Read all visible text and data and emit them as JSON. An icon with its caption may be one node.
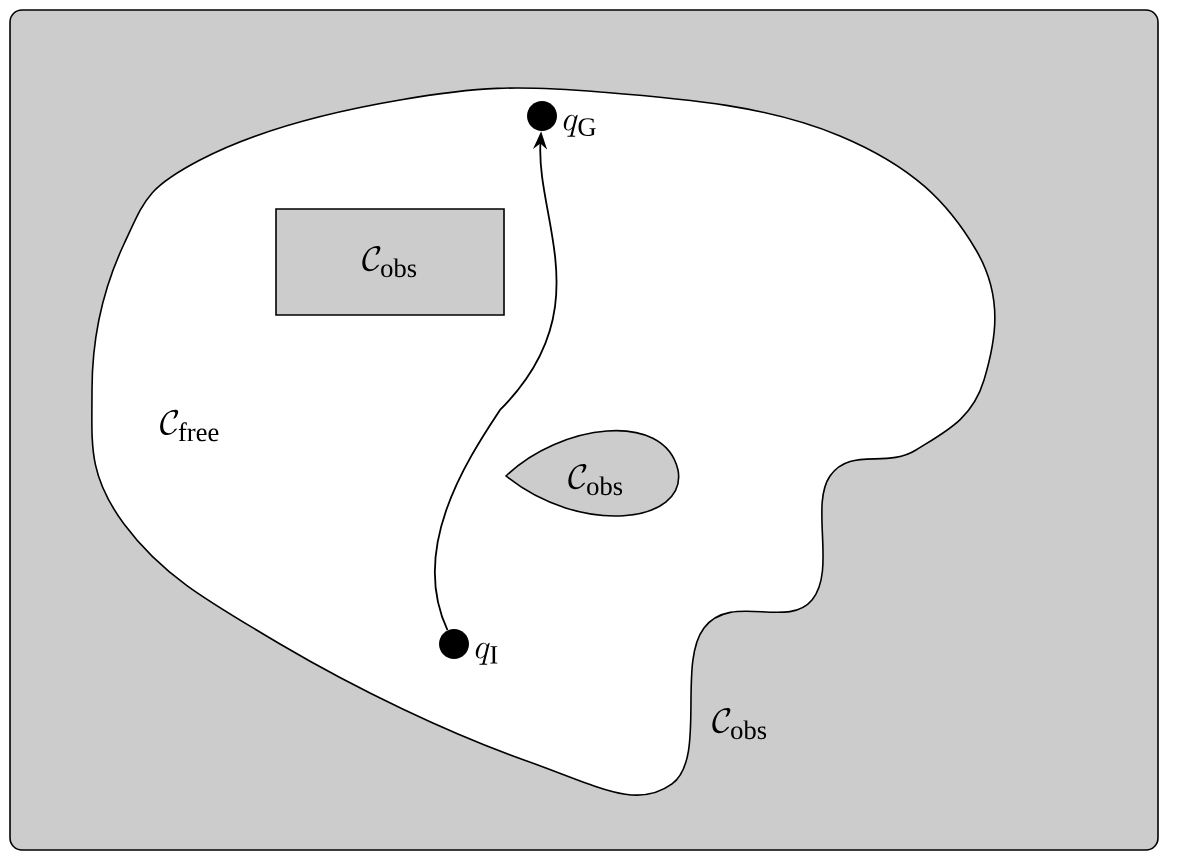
{
  "diagram": {
    "nodes": [
      {
        "text": [
          "\\mathcal{C}_{\\mathrm{obs}}"
        ]
      },
      {
        "text": [
          "\\mathcal{C}_{\\mathrm{free}}"
        ],
        "in": 0
      },
      {
        "text": [
          "\\mathcal{C}_{\\mathrm{obs}}"
        ],
        "in": 1
      },
      {
        "text": [
          "\\mathcal{C}_{\\mathrm{obs}}"
        ],
        "in": 1
      },
      {
        "text": [],
        "shape": "circle",
        "beside": [
          "q_{\\mathrm{I}}"
        ],
        "in": 1
      },
      {
        "text": [],
        "shape": "circle",
        "beside": [
          "q_{\\mathrm{G}}"
        ],
        "in": 1
      }
    ],
    "edges": [
      {
        "from": 4,
        "to": 5,
        "arrow": "to"
      }
    ]
  }
}
